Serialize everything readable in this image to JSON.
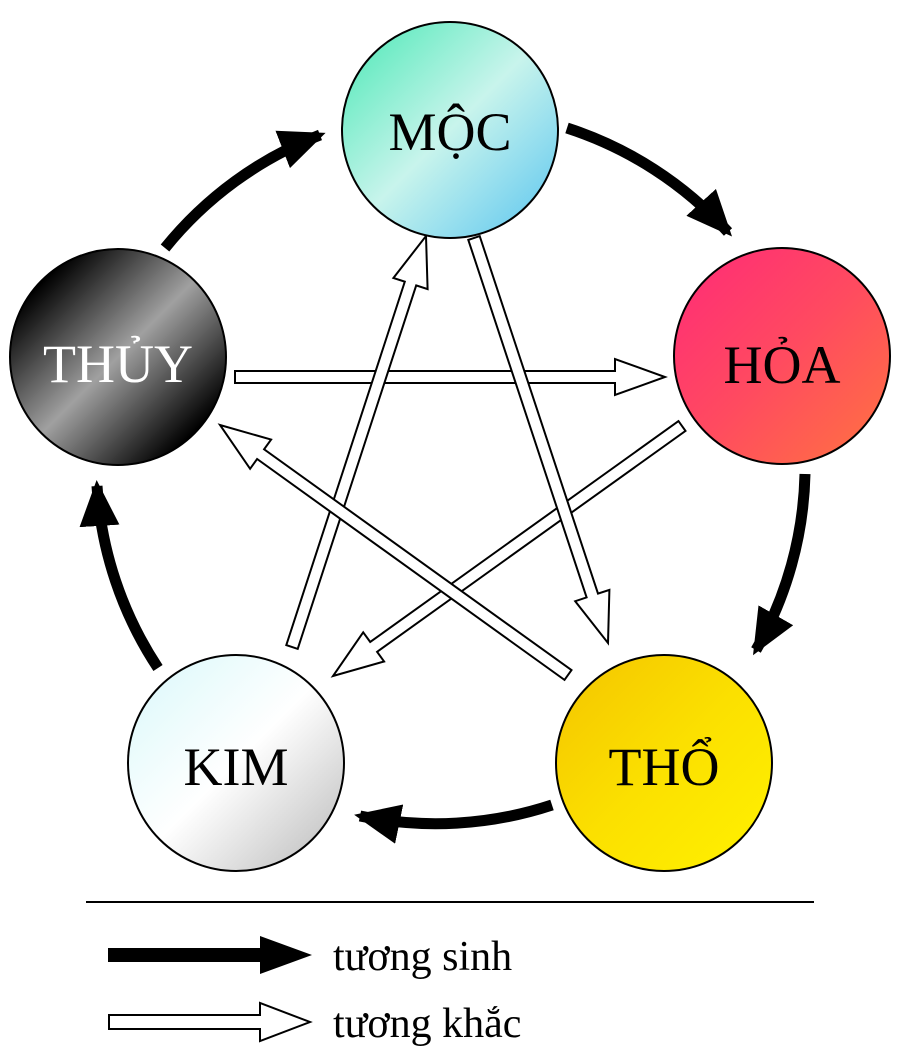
{
  "elements": [
    {
      "id": "moc",
      "label": "MỘC",
      "colors": [
        "#48e8b4",
        "#c8f4ec",
        "#58c4f0"
      ]
    },
    {
      "id": "hoa",
      "label": "HỎA",
      "colors": [
        "#ff2a78",
        "#ff4a60",
        "#ff7440"
      ]
    },
    {
      "id": "tho",
      "label": "THỔ",
      "colors": [
        "#f4c400",
        "#fbe000",
        "#fff200"
      ]
    },
    {
      "id": "kim",
      "label": "KIM",
      "colors": [
        "#d8f8fa",
        "#ffffff",
        "#b8b8b8"
      ]
    },
    {
      "id": "thuy",
      "label": "THỦY",
      "colors": [
        "#000000",
        "#a0a0a0",
        "#000000"
      ]
    }
  ],
  "legend": {
    "generating": "tương sinh",
    "overcoming": "tương khắc"
  }
}
